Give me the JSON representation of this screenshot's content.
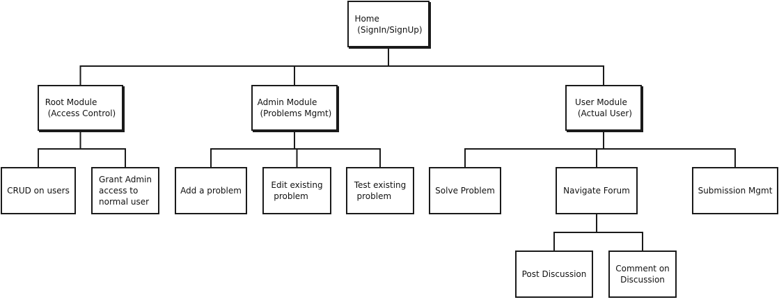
{
  "diagram": {
    "nodes": [
      {
        "id": "home",
        "label": "Home\n (SignIn/SignUp)",
        "align": "left"
      },
      {
        "id": "root",
        "label": "Root Module\n (Access Control)",
        "align": "left"
      },
      {
        "id": "admin",
        "label": "Admin Module\n (Problems Mgmt)",
        "align": "left"
      },
      {
        "id": "user",
        "label": "User Module\n (Actual User)",
        "align": "left"
      },
      {
        "id": "crud",
        "label": "CRUD on users",
        "align": "center"
      },
      {
        "id": "grant",
        "label": "Grant Admin\naccess to\nnormal user",
        "align": "left"
      },
      {
        "id": "add",
        "label": "Add a problem",
        "align": "center"
      },
      {
        "id": "edit",
        "label": "Edit existing\n problem",
        "align": "left"
      },
      {
        "id": "test",
        "label": "Test existing\n problem",
        "align": "left"
      },
      {
        "id": "solve",
        "label": "Solve Problem",
        "align": "center"
      },
      {
        "id": "forum",
        "label": "Navigate Forum",
        "align": "center"
      },
      {
        "id": "submission",
        "label": "Submission Mgmt",
        "align": "center"
      },
      {
        "id": "post",
        "label": "Post Discussion",
        "align": "center"
      },
      {
        "id": "comment",
        "label": "Comment on\nDiscussion",
        "align": "center"
      }
    ],
    "edges": [
      {
        "from": "home",
        "to": "root"
      },
      {
        "from": "home",
        "to": "admin"
      },
      {
        "from": "home",
        "to": "user"
      },
      {
        "from": "root",
        "to": "crud"
      },
      {
        "from": "root",
        "to": "grant"
      },
      {
        "from": "admin",
        "to": "add"
      },
      {
        "from": "admin",
        "to": "edit"
      },
      {
        "from": "admin",
        "to": "test"
      },
      {
        "from": "user",
        "to": "solve"
      },
      {
        "from": "user",
        "to": "forum"
      },
      {
        "from": "user",
        "to": "submission"
      },
      {
        "from": "forum",
        "to": "post"
      },
      {
        "from": "forum",
        "to": "comment"
      }
    ]
  }
}
